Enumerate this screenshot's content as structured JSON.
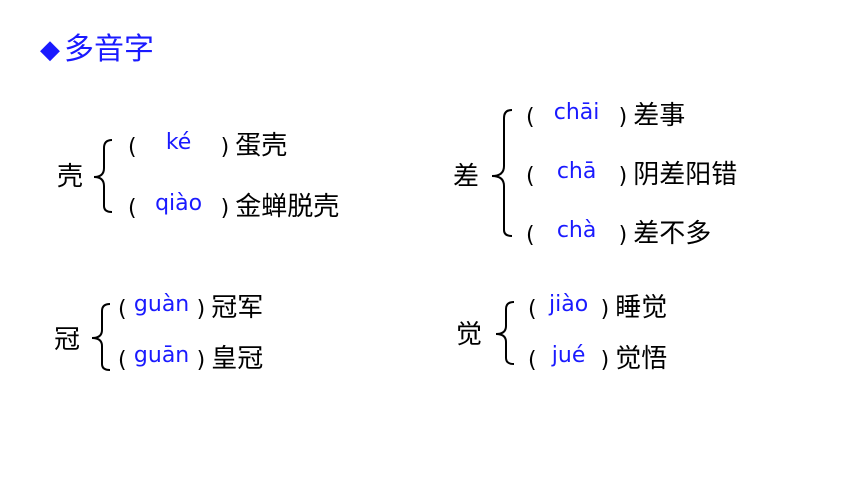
{
  "title": {
    "marker": "◆",
    "text": "多音字"
  },
  "groups": [
    {
      "char": "壳",
      "items": [
        {
          "pinyin": "ké",
          "word": "蛋壳"
        },
        {
          "pinyin": "qiào",
          "word": "金蝉脱壳"
        }
      ]
    },
    {
      "char": "差",
      "items": [
        {
          "pinyin": "chāi",
          "word": "差事"
        },
        {
          "pinyin": "chā",
          "word": "阴差阳错"
        },
        {
          "pinyin": "chà",
          "word": "差不多"
        }
      ]
    },
    {
      "char": "冠",
      "items": [
        {
          "pinyin": "guàn",
          "word": "冠军"
        },
        {
          "pinyin": "guān",
          "word": "皇冠"
        }
      ]
    },
    {
      "char": "觉",
      "items": [
        {
          "pinyin": "jiào",
          "word": "睡觉"
        },
        {
          "pinyin": "jué",
          "word": "觉悟"
        }
      ]
    }
  ],
  "colors": {
    "accent": "#1a1aff",
    "text": "#000000"
  }
}
